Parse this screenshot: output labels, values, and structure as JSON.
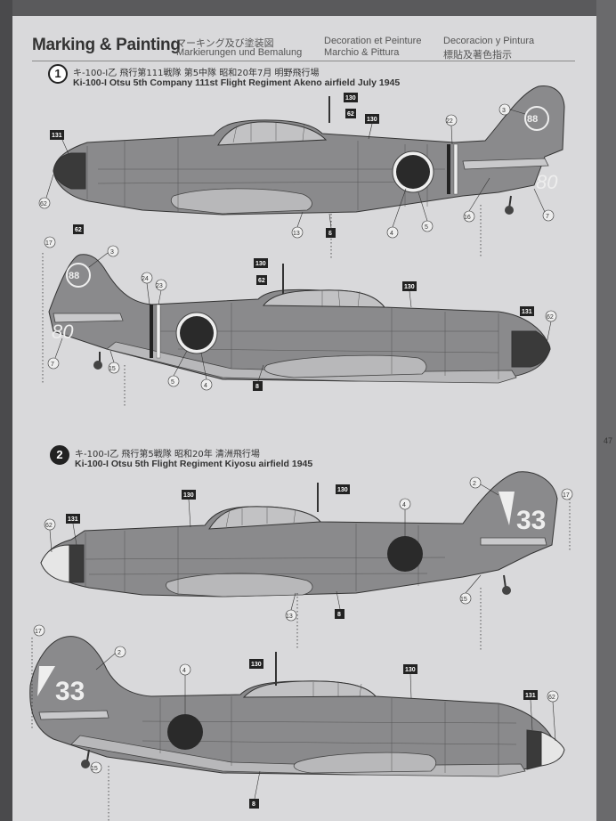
{
  "header": {
    "title": "Marking & Painting",
    "jp": "マーキング及び塗装図",
    "de": "Markierungen und Bemalung",
    "fr": "Decoration et Peinture",
    "it": "Marchio & Pittura",
    "es": "Decoracion y Pintura",
    "cn": "標貼及著色指示"
  },
  "page_number": "47",
  "sections": [
    {
      "number": "1",
      "title_jp": "キ-100-I乙 飛行第111戦隊 第5中隊 昭和20年7月 明野飛行場",
      "title_en": "Ki-100-I Otsu 5th Company 111st Flight Regiment Akeno airfield July 1945",
      "tail_code": "80"
    },
    {
      "number": "2",
      "title_jp": "キ-100-I乙 飛行第5戦隊 昭和20年 清洲飛行場",
      "title_en": "Ki-100-I Otsu 5th Flight Regiment Kiyosu airfield 1945",
      "tail_code": "33"
    }
  ],
  "callouts": {
    "c130": "130",
    "c131": "131",
    "c62": "62",
    "c8": "8",
    "c13": "13",
    "c4": "4",
    "c5": "5",
    "c16": "16",
    "c7": "7",
    "c22": "22",
    "c3": "3",
    "c17": "17",
    "c24": "24",
    "c23": "23",
    "c15": "15",
    "c2": "2"
  }
}
